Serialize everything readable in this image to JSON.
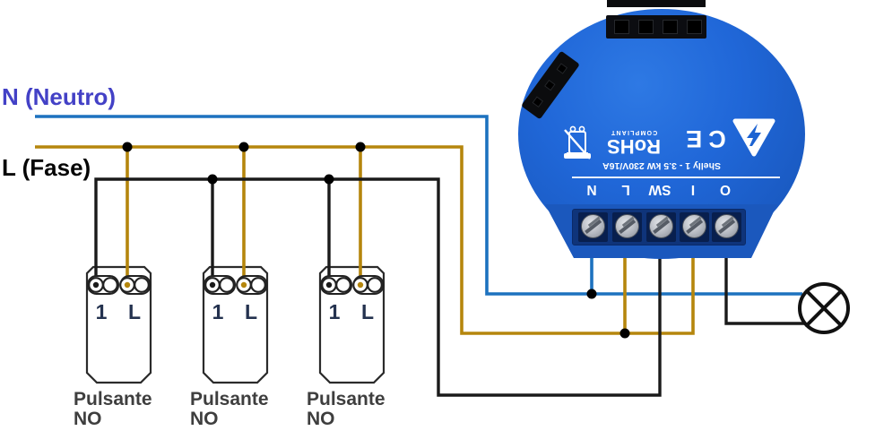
{
  "diagram": {
    "power_labels": {
      "neutral": "N (Neutro)",
      "phase": "L (Fase)"
    },
    "colors": {
      "neutral_wire": "#1d72bf",
      "phase_wire": "#b5860d",
      "switched_wire": "#1a1a1a",
      "neutral_label_text": "#4341c6",
      "phase_label_text": "#050505",
      "device_body": "#1f63d3",
      "caption_text": "#3e3e3e"
    },
    "push_buttons": [
      {
        "terminal_left": "1",
        "terminal_right": "L",
        "caption_line1": "Pulsante",
        "caption_line2": "NO"
      },
      {
        "terminal_left": "1",
        "terminal_right": "L",
        "caption_line1": "Pulsante",
        "caption_line2": "NO"
      },
      {
        "terminal_left": "1",
        "terminal_right": "L",
        "caption_line1": "Pulsante",
        "caption_line2": "NO"
      }
    ],
    "device": {
      "plate_text": "Shelly 1 - 3.5 kW 230V/16A",
      "rohs_title": "RoHS",
      "rohs_subtitle": "COMPLIANT",
      "ce_mark": "CE",
      "terminals": [
        "N",
        "L",
        "SW",
        "I",
        "O"
      ]
    }
  }
}
